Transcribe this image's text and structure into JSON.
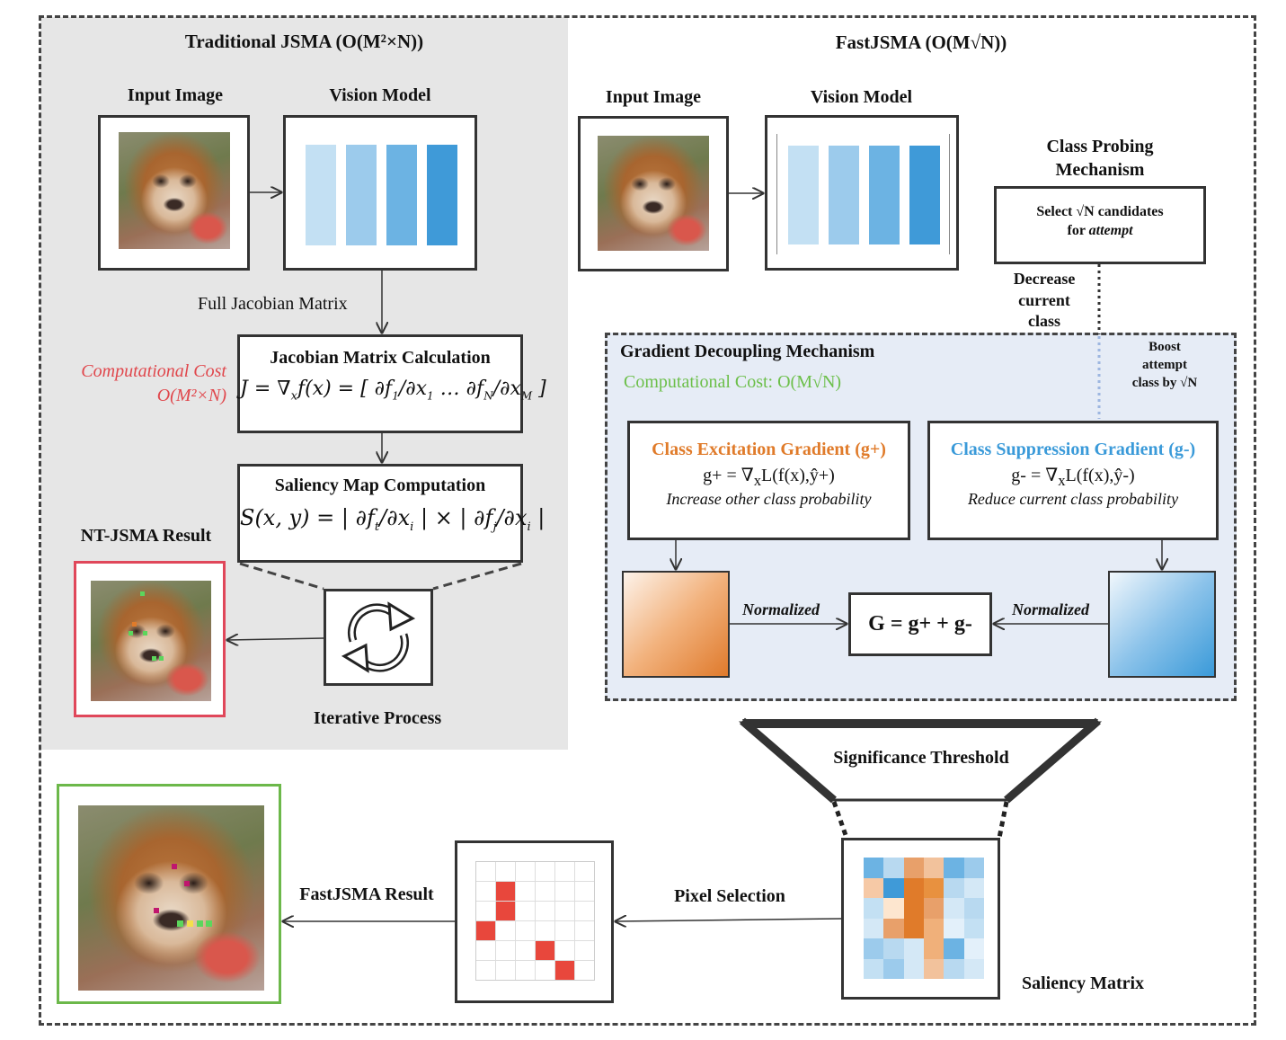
{
  "traditional": {
    "title": "Traditional JSMA (O(M²×N))",
    "input_label": "Input Image",
    "model_label": "Vision Model",
    "jacobian_edge_label": "Full Jacobian Matrix",
    "cost_label": "Computational Cost",
    "cost_value": "O(M²×N)",
    "jacobian_title": "Jacobian Matrix Calculation",
    "saliency_title": "Saliency Map Computation",
    "result_label": "NT-JSMA  Result",
    "iterative_label": "Iterative Process"
  },
  "fast": {
    "title": "FastJSMA (O(M√N))",
    "input_label": "Input Image",
    "model_label": "Vision Model",
    "probing_title_1": "Class Probing",
    "probing_title_2": "Mechanism",
    "probing_text_1": "Select √N candidates",
    "probing_text_2a": "for ",
    "probing_text_2b": "attempt",
    "decrease_1": "Decrease",
    "decrease_2": "current",
    "decrease_3": "class",
    "boost_1": "Boost",
    "boost_2": "attempt",
    "boost_3": "class by √N"
  },
  "gdm": {
    "title": "Gradient Decoupling Mechanism",
    "cost": "Computational Cost: O(M√N)",
    "excitation_title": "Class Excitation Gradient (g+)",
    "excitation_formula_a": "g+ = ∇",
    "excitation_formula_sub": "x",
    "excitation_formula_b": "L(f(x),ŷ+)",
    "excitation_desc": "Increase other class probability",
    "suppression_title": "Class Suppression Gradient (g-)",
    "suppression_formula_a": "g- = ∇",
    "suppression_formula_sub": "x",
    "suppression_formula_b": "L(f(x),ŷ-)",
    "suppression_desc": "Reduce current class probability",
    "normalized_left": "Normalized",
    "normalized_right": "Normalized",
    "combine": "G = g+ + g-"
  },
  "bottom": {
    "threshold": "Significance Threshold",
    "saliency_matrix": "Saliency Matrix",
    "pixel_selection": "Pixel Selection",
    "fast_result": "FastJSMA Result"
  },
  "colors": {
    "excitation": "#e07b2a",
    "suppression": "#3a9ad9",
    "cost_red": "#e0474c",
    "cost_green": "#6cbf4a",
    "nt_border": "#e0475a",
    "fast_border": "#6cb84a",
    "pixel_red": "#e8473c"
  }
}
